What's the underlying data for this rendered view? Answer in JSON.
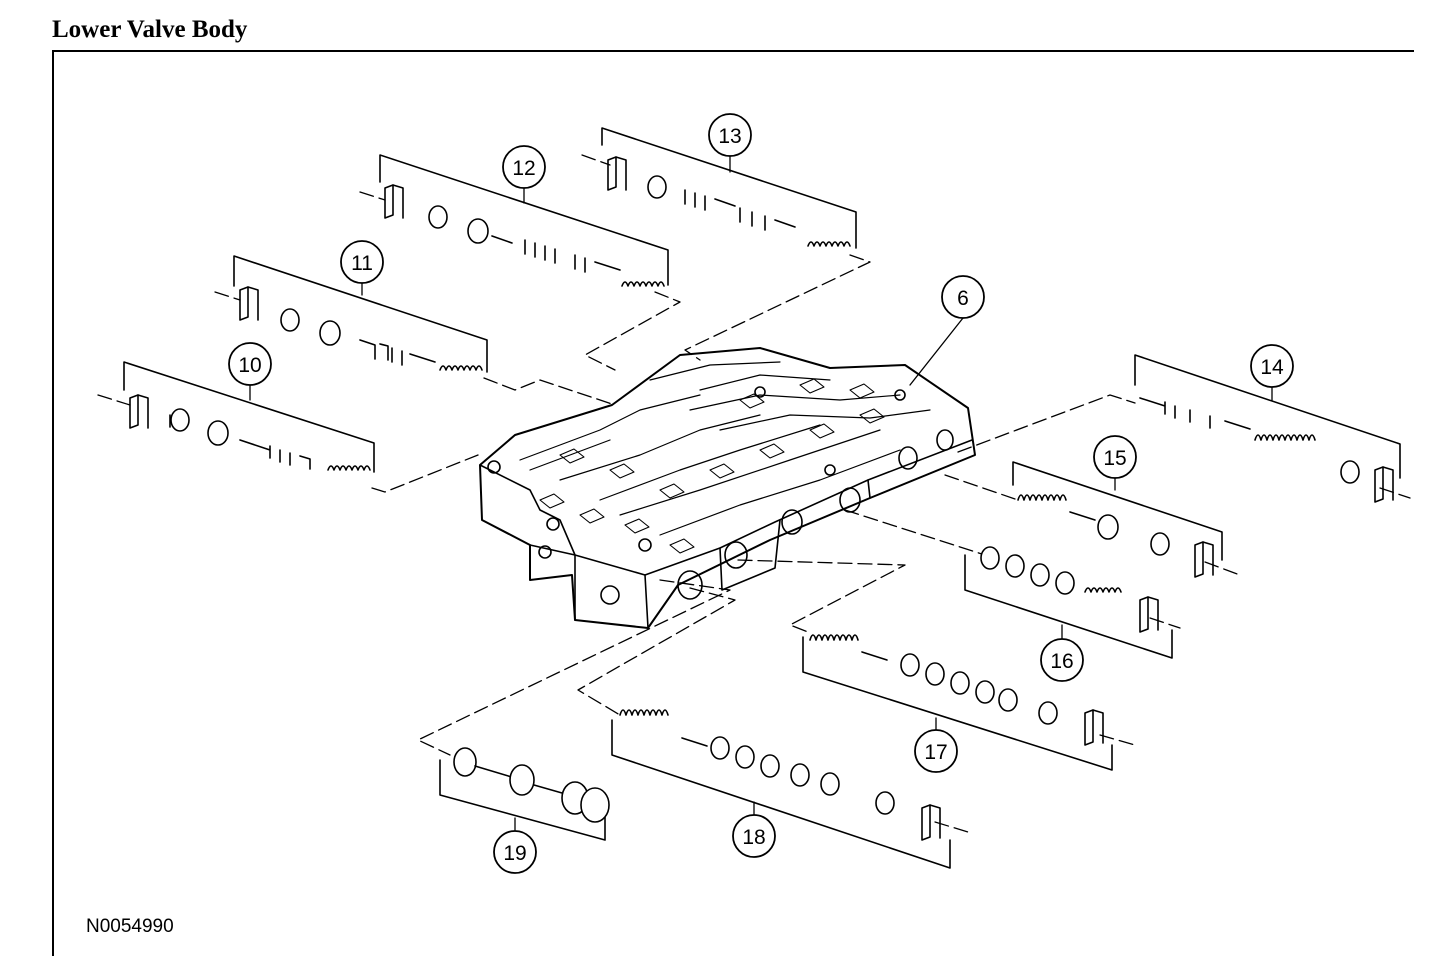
{
  "title": "Lower Valve Body",
  "figure_id": "N0054990",
  "callouts": {
    "c6": "6",
    "c10": "10",
    "c11": "11",
    "c12": "12",
    "c13": "13",
    "c14": "14",
    "c15": "15",
    "c16": "16",
    "c17": "17",
    "c18": "18",
    "c19": "19"
  }
}
